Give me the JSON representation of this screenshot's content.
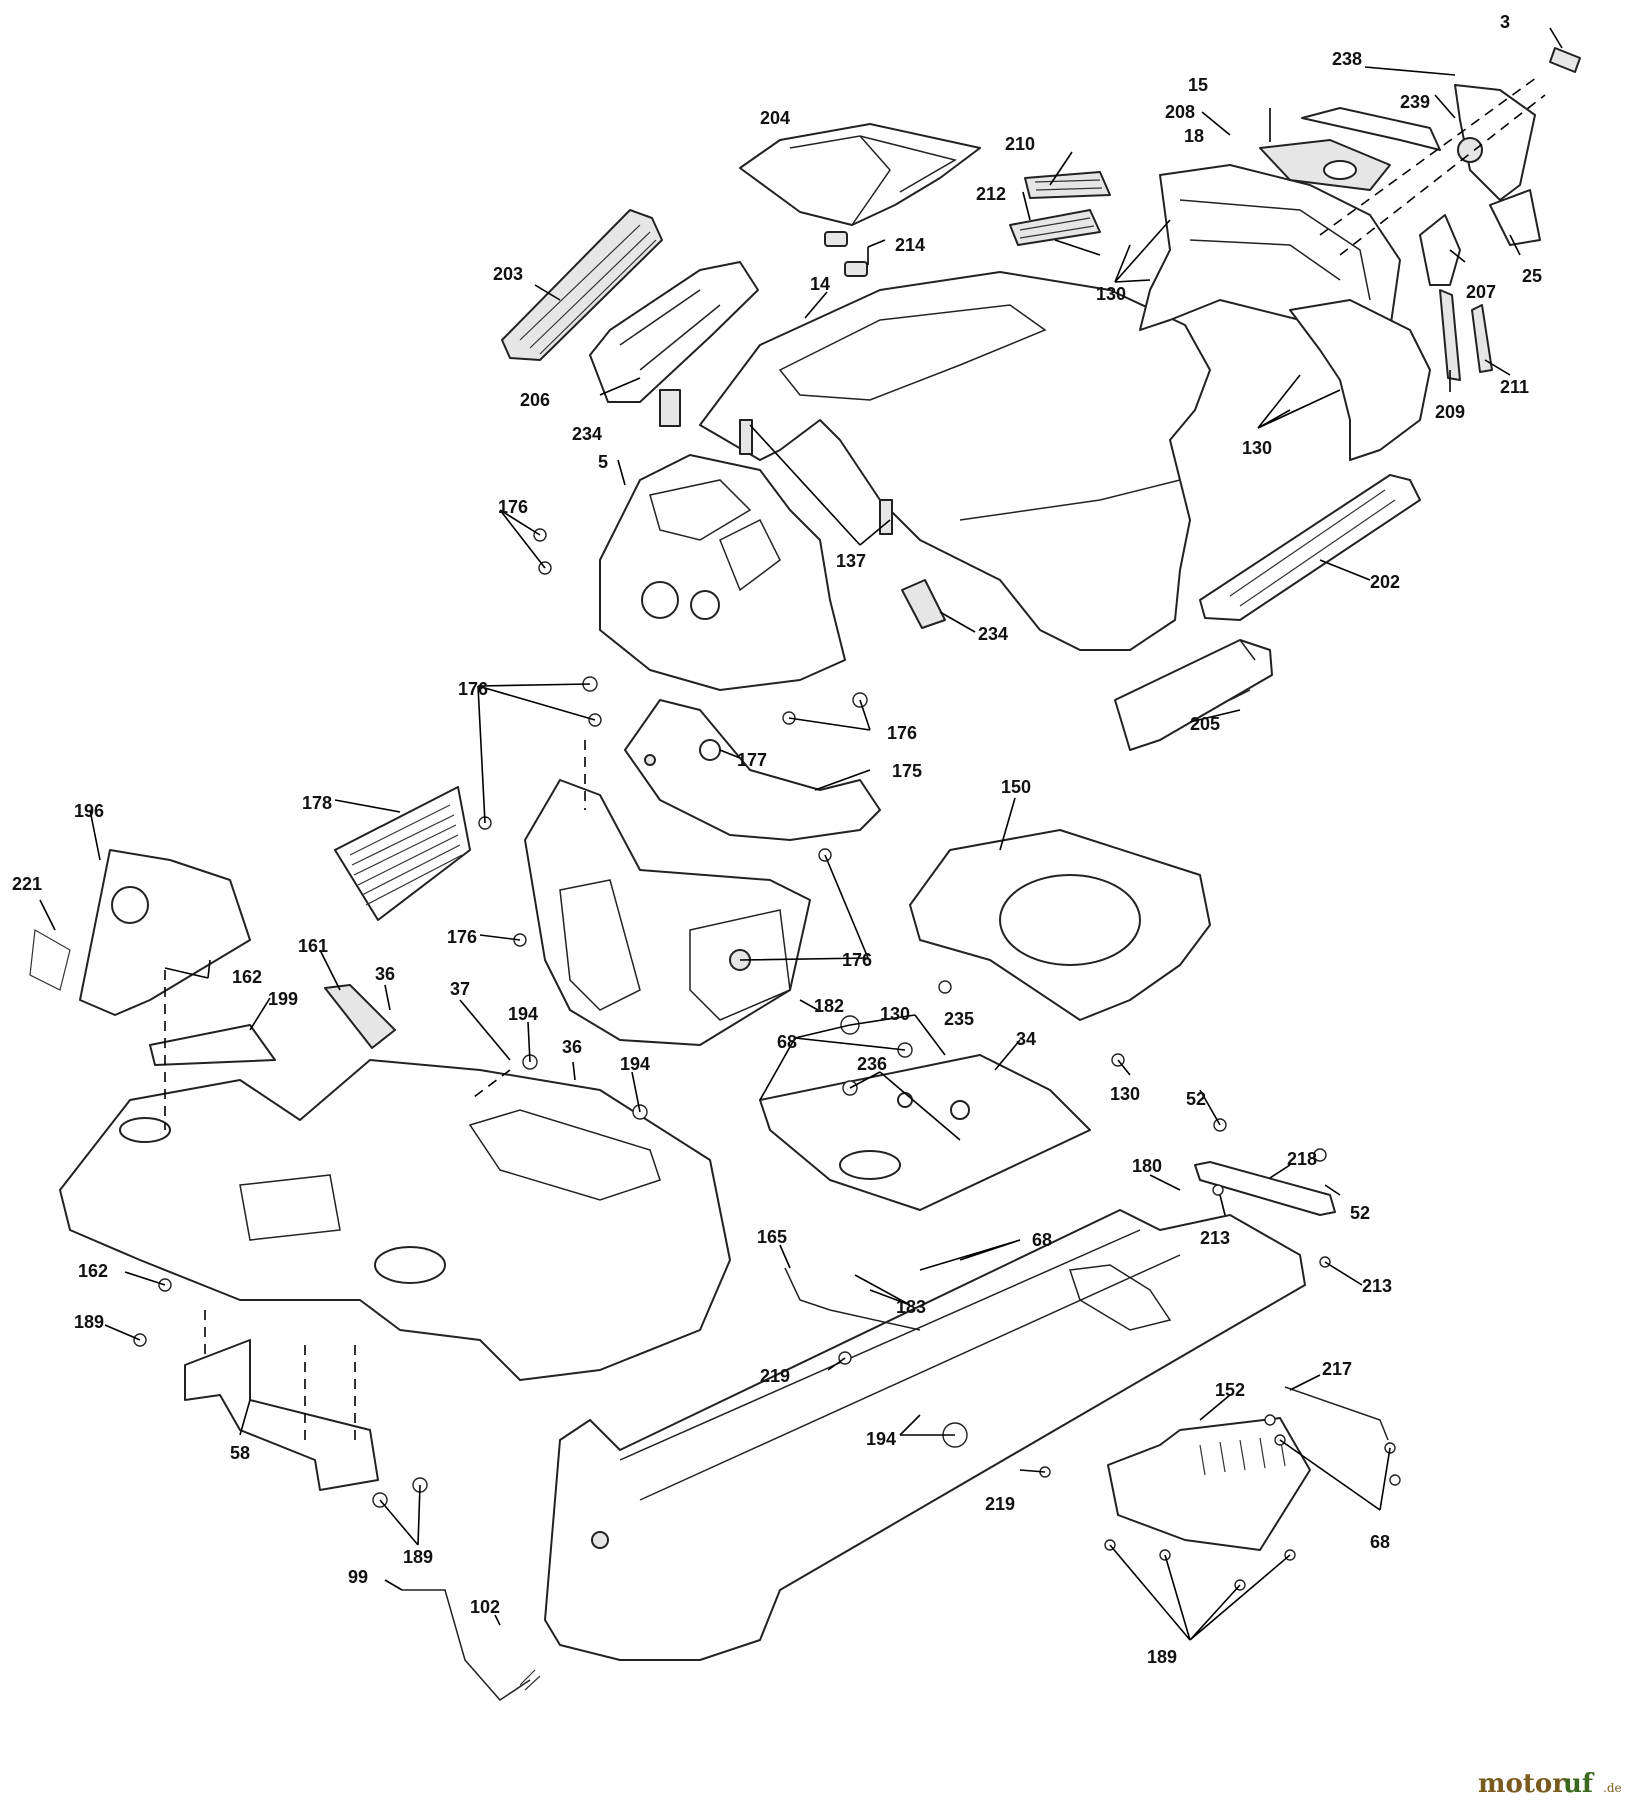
{
  "diagram": {
    "callouts": {
      "c3": "3",
      "c238": "238",
      "c15": "15",
      "c239": "239",
      "c204": "204",
      "c210": "210",
      "c208": "208",
      "c18": "18",
      "c212": "212",
      "c214": "214",
      "c203": "203",
      "c14": "14",
      "c130a": "130",
      "c207": "207",
      "c25": "25",
      "c206": "206",
      "c234a": "234",
      "c209": "209",
      "c211": "211",
      "c130b": "130",
      "c5": "5",
      "c176a": "176",
      "c137": "137",
      "c202": "202",
      "c234b": "234",
      "c176b": "176",
      "c176c": "176",
      "c177": "177",
      "c175": "175",
      "c205": "205",
      "c150": "150",
      "c178": "178",
      "c196": "196",
      "c221": "221",
      "c176d": "176",
      "c176e": "176",
      "c162a": "162",
      "c161": "161",
      "c36a": "36",
      "c182": "182",
      "c199": "199",
      "c37": "37",
      "c194a": "194",
      "c130c": "130",
      "c235": "235",
      "c68a": "68",
      "c34": "34",
      "c36b": "36",
      "c194b": "194",
      "c236": "236",
      "c130d": "130",
      "c52a": "52",
      "c218": "218",
      "c180": "180",
      "c52b": "52",
      "c213a": "213",
      "c68b": "68",
      "c165": "165",
      "c162b": "162",
      "c213b": "213",
      "c183": "183",
      "c189a": "189",
      "c217": "217",
      "c219a": "219",
      "c152": "152",
      "c58": "58",
      "c194c": "194",
      "c219b": "219",
      "c68c": "68",
      "c189b": "189",
      "c99": "99",
      "c102": "102",
      "c189c": "189"
    }
  },
  "watermark": {
    "brand_part1": "motor",
    "brand_part2": "uf",
    "suffix": ".de"
  }
}
